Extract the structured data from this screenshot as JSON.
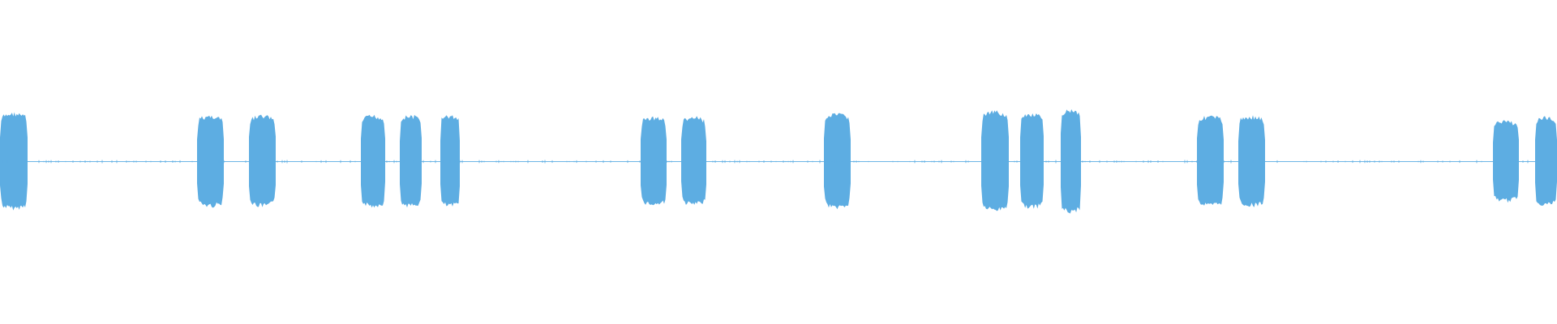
{
  "waveform": {
    "color": "#5dade2",
    "background": "#ffffff",
    "duration": 1920,
    "peak_amplitude": 1.0,
    "baseline_amplitude": 0.006,
    "bursts": [
      {
        "start": 0,
        "end": 34,
        "amplitude": 0.93
      },
      {
        "start": 243,
        "end": 276,
        "amplitude": 0.88
      },
      {
        "start": 307,
        "end": 340,
        "amplitude": 0.88
      },
      {
        "start": 445,
        "end": 475,
        "amplitude": 0.88
      },
      {
        "start": 493,
        "end": 520,
        "amplitude": 0.88
      },
      {
        "start": 543,
        "end": 567,
        "amplitude": 0.88
      },
      {
        "start": 790,
        "end": 822,
        "amplitude": 0.85
      },
      {
        "start": 840,
        "end": 871,
        "amplitude": 0.85
      },
      {
        "start": 1016,
        "end": 1049,
        "amplitude": 0.91
      },
      {
        "start": 1210,
        "end": 1244,
        "amplitude": 0.96
      },
      {
        "start": 1258,
        "end": 1287,
        "amplitude": 0.91
      },
      {
        "start": 1308,
        "end": 1333,
        "amplitude": 1.0
      },
      {
        "start": 1476,
        "end": 1509,
        "amplitude": 0.87
      },
      {
        "start": 1527,
        "end": 1560,
        "amplitude": 0.87
      },
      {
        "start": 1841,
        "end": 1873,
        "amplitude": 0.78
      },
      {
        "start": 1893,
        "end": 1920,
        "amplitude": 0.85
      }
    ]
  }
}
